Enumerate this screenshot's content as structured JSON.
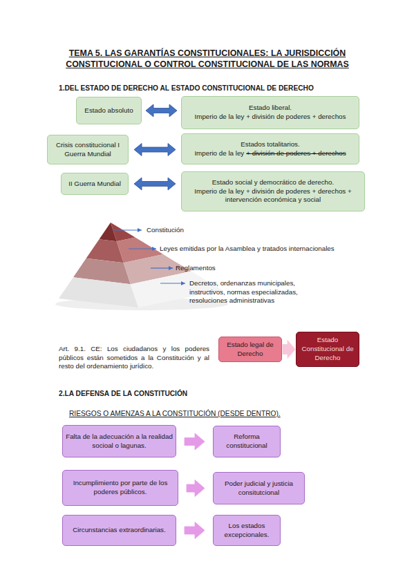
{
  "diagram": {
    "title": "TEMA 5. LAS GARANTÍAS CONSTITUCIONALES: LA JURISDICCIÓN CONSTITUCIONAL O CONTROL CONSTITUCIONAL DE LAS NORMAS",
    "nodes": [
      {
        "text": [
          "Estado absoluto"
        ]
      },
      {
        "text": [
          "Estado liberal.",
          "Imperio de la ley + división de poderes + derechos"
        ]
      },
      {
        "text": [
          "Crisis constitucional I Guerra Mundial"
        ]
      },
      {
        "text": [
          "Estados totalitarios.",
          "Imperio de la ley",
          "+ división de poderes + derechos"
        ]
      },
      {
        "text": [
          "II Guerra Mundial"
        ]
      },
      {
        "text": [
          "Estado social y democrático de derecho.",
          "Imperio de la ley + división de poderes + derechos + intervención económica y social"
        ]
      },
      {
        "text": [
          "Estado legal de Derecho"
        ]
      },
      {
        "text": [
          "Estado Constitucional de Derecho"
        ]
      },
      {
        "text": [
          "Falta de la adecuación a la realidad socioal o lagunas."
        ]
      },
      {
        "text": [
          "Reforma constitucional"
        ]
      },
      {
        "text": [
          "Incumplimiento por parte de los poderes públicos."
        ]
      },
      {
        "text": [
          "Poder judicial y justicia consitutcional"
        ]
      },
      {
        "text": [
          "Circunstancias extraordinarias."
        ]
      },
      {
        "text": [
          "Los estados excepcionales."
        ]
      }
    ],
    "edges": [
      {
        "from": 0,
        "to": 1,
        "arrow": "both"
      },
      {
        "from": 2,
        "to": 3,
        "arrow": "both"
      },
      {
        "from": 4,
        "to": 5,
        "arrow": "both"
      },
      {
        "from": 6,
        "to": 7,
        "arrow": "to"
      },
      {
        "from": 8,
        "to": 9,
        "arrow": "to"
      },
      {
        "from": 10,
        "to": 11,
        "arrow": "to"
      },
      {
        "from": 12,
        "to": 13,
        "arrow": "to"
      }
    ],
    "labels": [
      "1.DEL ESTADO DE DERECHO AL ESTADO CONSTITUCIONAL DE DERECHO",
      "Constitución",
      "Leyes emitidas por la Asamblea y tratados internacionales",
      "Reglamentos",
      "Decretos, ordenanzas municipales, instructivos, normas especializadas, resoluciones administrativas",
      "Art. 9.1. CE: Los ciudadanos y los poderes públicos están sometidos a la Constitución y al resto del ordenamiento jurídico.",
      "2.LA DEFENSA DE LA CONSTITUCIÓN",
      "RIESGOS O AMENZAS A LA CONSTITUCIÓN (DESDE DENTRO)."
    ]
  }
}
